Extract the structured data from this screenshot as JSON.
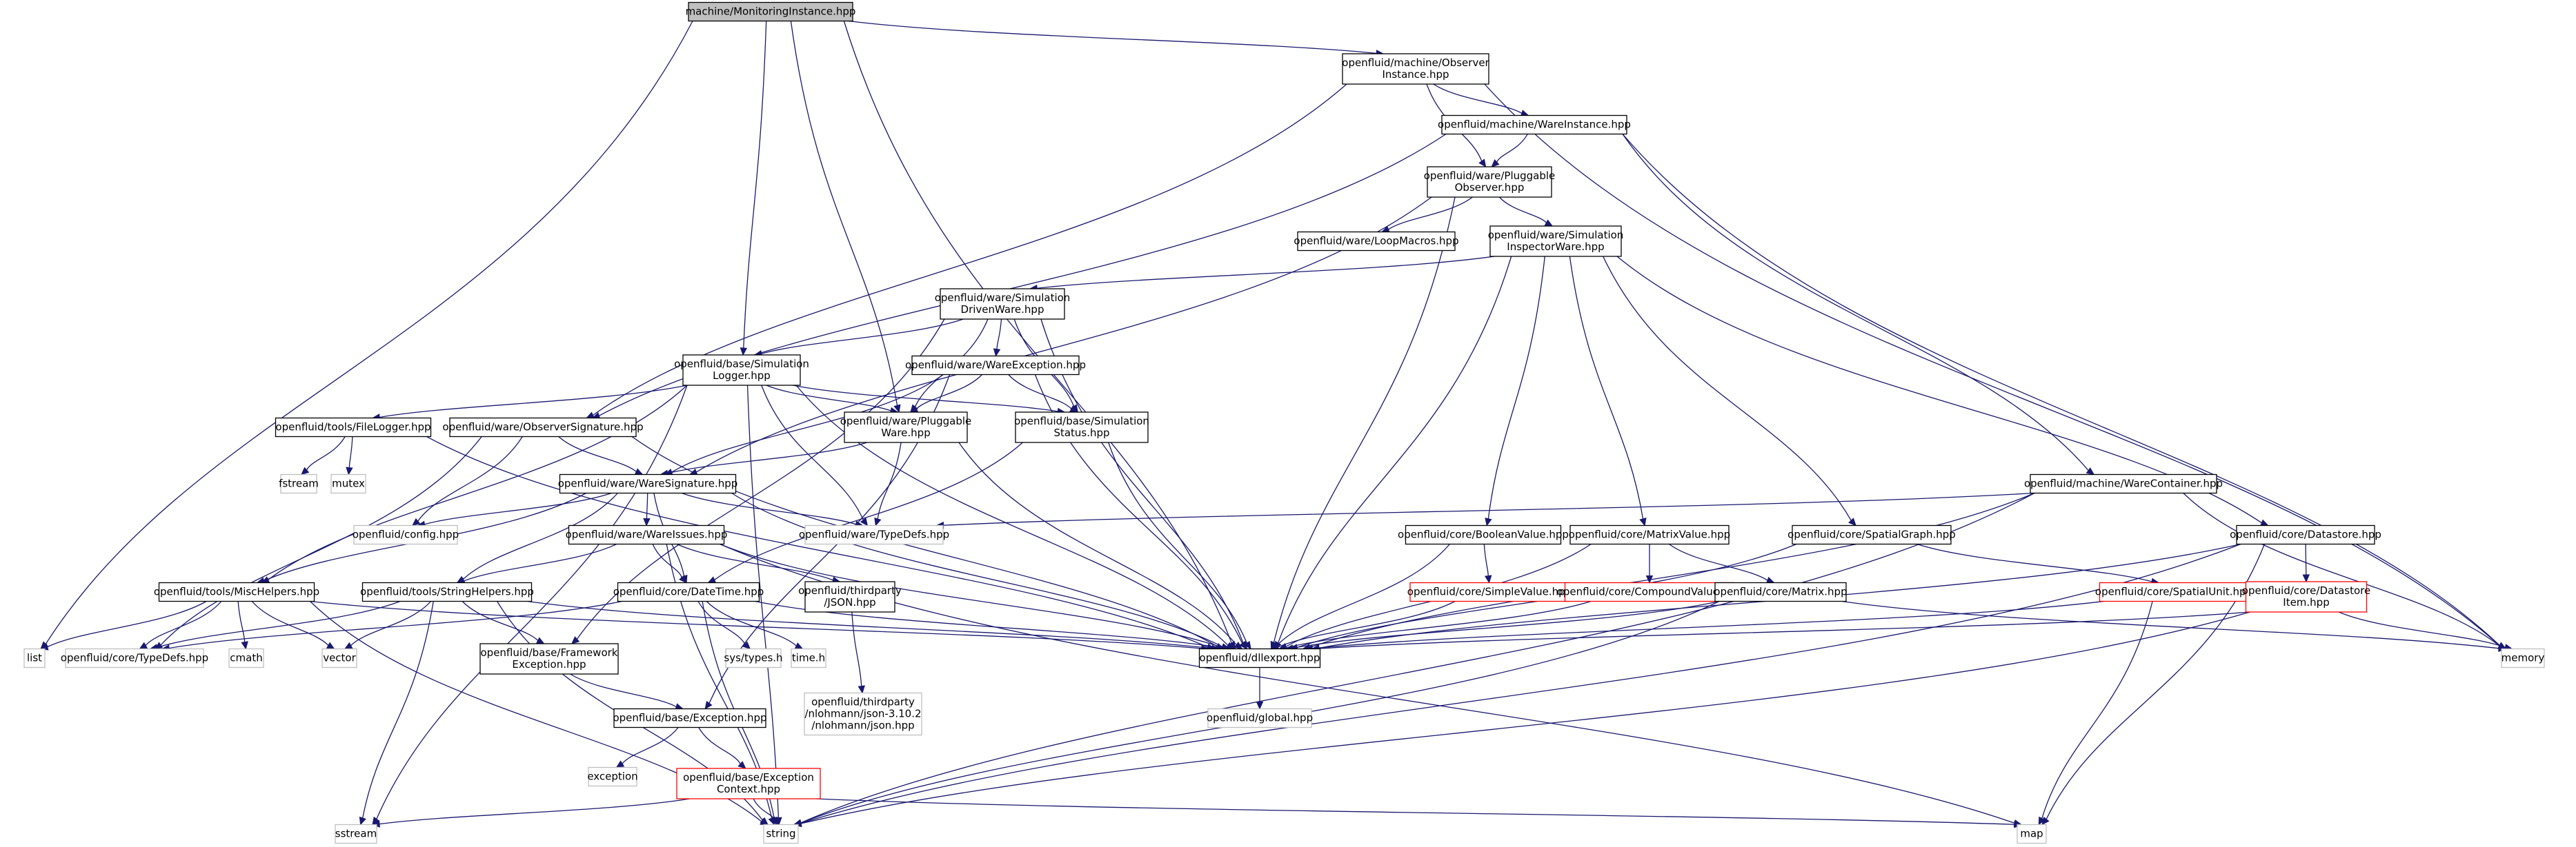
{
  "nodes": [
    {
      "id": "root",
      "kind": "root",
      "lines": [
        "machine/MonitoringInstance.hpp"
      ]
    },
    {
      "id": "obsinst",
      "kind": "normal",
      "lines": [
        "openfluid/machine/Observer",
        "Instance.hpp"
      ]
    },
    {
      "id": "wareinst",
      "kind": "normal",
      "lines": [
        "openfluid/machine/WareInstance.hpp"
      ]
    },
    {
      "id": "plugobs",
      "kind": "normal",
      "lines": [
        "openfluid/ware/Pluggable",
        "Observer.hpp"
      ]
    },
    {
      "id": "loopmacros",
      "kind": "normal",
      "lines": [
        "openfluid/ware/LoopMacros.hpp"
      ]
    },
    {
      "id": "siminsp",
      "kind": "normal",
      "lines": [
        "openfluid/ware/Simulation",
        "InspectorWare.hpp"
      ]
    },
    {
      "id": "simdriven",
      "kind": "normal",
      "lines": [
        "openfluid/ware/Simulation",
        "DrivenWare.hpp"
      ]
    },
    {
      "id": "simlogger",
      "kind": "normal",
      "lines": [
        "openfluid/base/Simulation",
        "Logger.hpp"
      ]
    },
    {
      "id": "wareexc",
      "kind": "normal",
      "lines": [
        "openfluid/ware/WareException.hpp"
      ]
    },
    {
      "id": "filelogger",
      "kind": "normal",
      "lines": [
        "openfluid/tools/FileLogger.hpp"
      ]
    },
    {
      "id": "obssig",
      "kind": "normal",
      "lines": [
        "openfluid/ware/ObserverSignature.hpp"
      ]
    },
    {
      "id": "plugware",
      "kind": "normal",
      "lines": [
        "openfluid/ware/Pluggable",
        "Ware.hpp"
      ]
    },
    {
      "id": "simstatus",
      "kind": "normal",
      "lines": [
        "openfluid/base/Simulation",
        "Status.hpp"
      ]
    },
    {
      "id": "fstream",
      "kind": "gray",
      "lines": [
        "fstream"
      ]
    },
    {
      "id": "mutex",
      "kind": "gray",
      "lines": [
        "mutex"
      ]
    },
    {
      "id": "waresig",
      "kind": "normal",
      "lines": [
        "openfluid/ware/WareSignature.hpp"
      ]
    },
    {
      "id": "config",
      "kind": "gray",
      "lines": [
        "openfluid/config.hpp"
      ]
    },
    {
      "id": "typedefsware",
      "kind": "gray",
      "lines": [
        "openfluid/ware/TypeDefs.hpp"
      ]
    },
    {
      "id": "wareissues",
      "kind": "normal",
      "lines": [
        "openfluid/ware/WareIssues.hpp"
      ]
    },
    {
      "id": "mischelpers",
      "kind": "normal",
      "lines": [
        "openfluid/tools/MiscHelpers.hpp"
      ]
    },
    {
      "id": "stringhelpers",
      "kind": "normal",
      "lines": [
        "openfluid/tools/StringHelpers.hpp"
      ]
    },
    {
      "id": "datetime",
      "kind": "normal",
      "lines": [
        "openfluid/core/DateTime.hpp"
      ]
    },
    {
      "id": "thirdjson",
      "kind": "normal",
      "lines": [
        "openfluid/thirdparty",
        "/JSON.hpp"
      ]
    },
    {
      "id": "list",
      "kind": "gray",
      "lines": [
        "list"
      ]
    },
    {
      "id": "coretypedefs",
      "kind": "gray",
      "lines": [
        "openfluid/core/TypeDefs.hpp"
      ]
    },
    {
      "id": "cmath",
      "kind": "gray",
      "lines": [
        "cmath"
      ]
    },
    {
      "id": "vector",
      "kind": "gray",
      "lines": [
        "vector"
      ]
    },
    {
      "id": "fwexc",
      "kind": "normal",
      "lines": [
        "openfluid/base/Framework",
        "Exception.hpp"
      ]
    },
    {
      "id": "systypes",
      "kind": "gray",
      "lines": [
        "sys/types.h"
      ]
    },
    {
      "id": "timeh",
      "kind": "gray",
      "lines": [
        "time.h"
      ]
    },
    {
      "id": "nlohmann",
      "kind": "gray",
      "lines": [
        "openfluid/thirdparty",
        "/nlohmann/json-3.10.2",
        "/nlohmann/json.hpp"
      ]
    },
    {
      "id": "dllexport",
      "kind": "normal",
      "lines": [
        "openfluid/dllexport.hpp"
      ]
    },
    {
      "id": "globalh",
      "kind": "gray",
      "lines": [
        "openfluid/global.hpp"
      ]
    },
    {
      "id": "baseexc",
      "kind": "normal",
      "lines": [
        "openfluid/base/Exception.hpp"
      ]
    },
    {
      "id": "exception",
      "kind": "gray",
      "lines": [
        "exception"
      ]
    },
    {
      "id": "excctx",
      "kind": "red",
      "lines": [
        "openfluid/base/Exception",
        "Context.hpp"
      ]
    },
    {
      "id": "sstream",
      "kind": "gray",
      "lines": [
        "sstream"
      ]
    },
    {
      "id": "string",
      "kind": "gray",
      "lines": [
        "string"
      ]
    },
    {
      "id": "boolval",
      "kind": "normal",
      "lines": [
        "openfluid/core/BooleanValue.hpp"
      ]
    },
    {
      "id": "simpleval",
      "kind": "red",
      "lines": [
        "openfluid/core/SimpleValue.hpp"
      ]
    },
    {
      "id": "matrixval",
      "kind": "normal",
      "lines": [
        "openfluid/core/MatrixValue.hpp"
      ]
    },
    {
      "id": "compoundval",
      "kind": "red",
      "lines": [
        "openfluid/core/CompoundValue.hpp"
      ]
    },
    {
      "id": "matrix",
      "kind": "normal",
      "lines": [
        "openfluid/core/Matrix.hpp"
      ]
    },
    {
      "id": "spatialgraph",
      "kind": "normal",
      "lines": [
        "openfluid/core/SpatialGraph.hpp"
      ]
    },
    {
      "id": "warecontainer",
      "kind": "normal",
      "lines": [
        "openfluid/machine/WareContainer.hpp"
      ]
    },
    {
      "id": "datastore",
      "kind": "normal",
      "lines": [
        "openfluid/core/Datastore.hpp"
      ]
    },
    {
      "id": "spatialunit",
      "kind": "red",
      "lines": [
        "openfluid/core/SpatialUnit.hpp"
      ]
    },
    {
      "id": "dsitem",
      "kind": "red",
      "lines": [
        "openfluid/core/Datastore",
        "Item.hpp"
      ]
    },
    {
      "id": "memory",
      "kind": "gray",
      "lines": [
        "memory"
      ]
    },
    {
      "id": "map",
      "kind": "gray",
      "lines": [
        "map"
      ]
    }
  ],
  "edges": [
    [
      "root",
      "obsinst"
    ],
    [
      "root",
      "list"
    ],
    [
      "root",
      "simlogger"
    ],
    [
      "root",
      "plugware"
    ],
    [
      "root",
      "dllexport"
    ],
    [
      "obsinst",
      "wareinst"
    ],
    [
      "obsinst",
      "plugobs"
    ],
    [
      "obsinst",
      "obssig"
    ],
    [
      "obsinst",
      "memory"
    ],
    [
      "wareinst",
      "plugobs"
    ],
    [
      "wareinst",
      "obssig"
    ],
    [
      "wareinst",
      "warecontainer"
    ],
    [
      "wareinst",
      "memory"
    ],
    [
      "plugobs",
      "loopmacros"
    ],
    [
      "plugobs",
      "siminsp"
    ],
    [
      "plugobs",
      "waresig"
    ],
    [
      "plugobs",
      "dllexport"
    ],
    [
      "siminsp",
      "simdriven"
    ],
    [
      "siminsp",
      "dllexport"
    ],
    [
      "siminsp",
      "boolval"
    ],
    [
      "siminsp",
      "matrixval"
    ],
    [
      "siminsp",
      "spatialgraph"
    ],
    [
      "siminsp",
      "datastore"
    ],
    [
      "simdriven",
      "simlogger"
    ],
    [
      "simdriven",
      "wareexc"
    ],
    [
      "simdriven",
      "plugware"
    ],
    [
      "simdriven",
      "simstatus"
    ],
    [
      "simdriven",
      "dllexport"
    ],
    [
      "simdriven",
      "fwexc"
    ],
    [
      "simlogger",
      "filelogger"
    ],
    [
      "simlogger",
      "plugware"
    ],
    [
      "simlogger",
      "simstatus"
    ],
    [
      "simlogger",
      "mischelpers"
    ],
    [
      "simlogger",
      "typedefsware"
    ],
    [
      "simlogger",
      "dllexport"
    ],
    [
      "simlogger",
      "sstream"
    ],
    [
      "simlogger",
      "string"
    ],
    [
      "wareexc",
      "plugware"
    ],
    [
      "wareexc",
      "simstatus"
    ],
    [
      "wareexc",
      "waresig"
    ],
    [
      "wareexc",
      "dllexport"
    ],
    [
      "wareexc",
      "baseexc"
    ],
    [
      "filelogger",
      "fstream"
    ],
    [
      "filelogger",
      "mutex"
    ],
    [
      "filelogger",
      "dllexport"
    ],
    [
      "obssig",
      "waresig"
    ],
    [
      "obssig",
      "config"
    ],
    [
      "obssig",
      "coretypedefs"
    ],
    [
      "obssig",
      "dllexport"
    ],
    [
      "plugware",
      "waresig"
    ],
    [
      "plugware",
      "typedefsware"
    ],
    [
      "plugware",
      "dllexport"
    ],
    [
      "simstatus",
      "datetime"
    ],
    [
      "simstatus",
      "dllexport"
    ],
    [
      "waresig",
      "config"
    ],
    [
      "waresig",
      "typedefsware"
    ],
    [
      "waresig",
      "wareissues"
    ],
    [
      "waresig",
      "mischelpers"
    ],
    [
      "waresig",
      "stringhelpers"
    ],
    [
      "waresig",
      "datetime"
    ],
    [
      "waresig",
      "dllexport"
    ],
    [
      "wareissues",
      "stringhelpers"
    ],
    [
      "wareissues",
      "datetime"
    ],
    [
      "wareissues",
      "thirdjson"
    ],
    [
      "wareissues",
      "dllexport"
    ],
    [
      "wareissues",
      "string"
    ],
    [
      "wareissues",
      "map"
    ],
    [
      "mischelpers",
      "list"
    ],
    [
      "mischelpers",
      "coretypedefs"
    ],
    [
      "mischelpers",
      "cmath"
    ],
    [
      "mischelpers",
      "vector"
    ],
    [
      "mischelpers",
      "string"
    ],
    [
      "mischelpers",
      "dllexport"
    ],
    [
      "stringhelpers",
      "vector"
    ],
    [
      "stringhelpers",
      "fwexc"
    ],
    [
      "stringhelpers",
      "sstream"
    ],
    [
      "stringhelpers",
      "string"
    ],
    [
      "stringhelpers",
      "coretypedefs"
    ],
    [
      "stringhelpers",
      "dllexport"
    ],
    [
      "datetime",
      "systypes"
    ],
    [
      "datetime",
      "timeh"
    ],
    [
      "datetime",
      "string"
    ],
    [
      "datetime",
      "dllexport"
    ],
    [
      "datetime",
      "coretypedefs"
    ],
    [
      "thirdjson",
      "nlohmann"
    ],
    [
      "fwexc",
      "baseexc"
    ],
    [
      "dllexport",
      "globalh"
    ],
    [
      "baseexc",
      "exception"
    ],
    [
      "baseexc",
      "excctx"
    ],
    [
      "excctx",
      "sstream"
    ],
    [
      "excctx",
      "string"
    ],
    [
      "excctx",
      "map"
    ],
    [
      "boolval",
      "simpleval"
    ],
    [
      "boolval",
      "dllexport"
    ],
    [
      "simpleval",
      "dllexport"
    ],
    [
      "matrixval",
      "compoundval"
    ],
    [
      "matrixval",
      "matrix"
    ],
    [
      "matrixval",
      "dllexport"
    ],
    [
      "compoundval",
      "dllexport"
    ],
    [
      "matrix",
      "dllexport"
    ],
    [
      "matrix",
      "string"
    ],
    [
      "matrix",
      "memory"
    ],
    [
      "spatialgraph",
      "spatialunit"
    ],
    [
      "spatialgraph",
      "dllexport"
    ],
    [
      "warecontainer",
      "typedefsware"
    ],
    [
      "warecontainer",
      "dllexport"
    ],
    [
      "warecontainer",
      "memory"
    ],
    [
      "warecontainer",
      "string"
    ],
    [
      "datastore",
      "dsitem"
    ],
    [
      "datastore",
      "dllexport"
    ],
    [
      "datastore",
      "map"
    ],
    [
      "datastore",
      "string"
    ],
    [
      "spatialunit",
      "dllexport"
    ],
    [
      "spatialunit",
      "map"
    ],
    [
      "dsitem",
      "dllexport"
    ],
    [
      "dsitem",
      "memory"
    ],
    [
      "dsitem",
      "string"
    ]
  ]
}
